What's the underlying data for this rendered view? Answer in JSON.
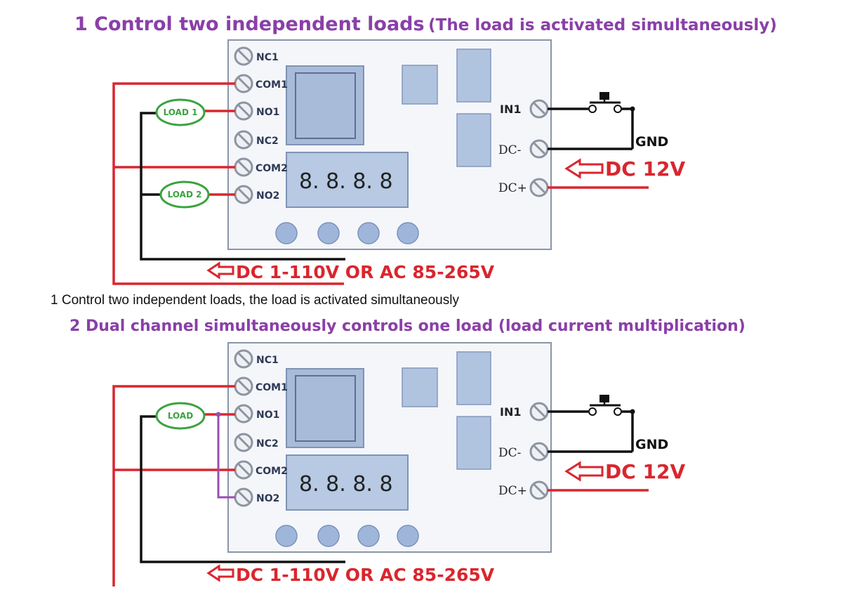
{
  "diagram1": {
    "title_main": "1 Control two independent loads",
    "title_sub": "(The load is activated simultaneously)",
    "left_terminals": [
      "NC1",
      "COM1",
      "NO1",
      "NC2",
      "COM2",
      "NO2"
    ],
    "right_terminals": [
      "IN1",
      "DC-",
      "DC+"
    ],
    "display": "8. 8. 8. 8",
    "loads": [
      "LOAD 1",
      "LOAD 2"
    ],
    "gnd": "GND",
    "dc_in": "DC 12V",
    "supply": "DC 1-110V OR AC 85-265V"
  },
  "caption": "1 Control two independent loads, the load is activated simultaneously",
  "diagram2": {
    "title": "2 Dual channel simultaneously controls one load (load current multiplication)",
    "left_terminals": [
      "NC1",
      "COM1",
      "NO1",
      "NC2",
      "COM2",
      "NO2"
    ],
    "right_terminals": [
      "IN1",
      "DC-",
      "DC+"
    ],
    "display": "8. 8. 8. 8",
    "load": "LOAD",
    "gnd": "GND",
    "dc_in": "DC 12V",
    "supply": "DC 1-110V OR AC 85-265V"
  },
  "colors": {
    "title": "#8a3fa8",
    "wire_red": "#d9262e",
    "wire_black": "#111111",
    "load_green": "#3aa33f",
    "bridge_purple": "#9b4db0"
  }
}
